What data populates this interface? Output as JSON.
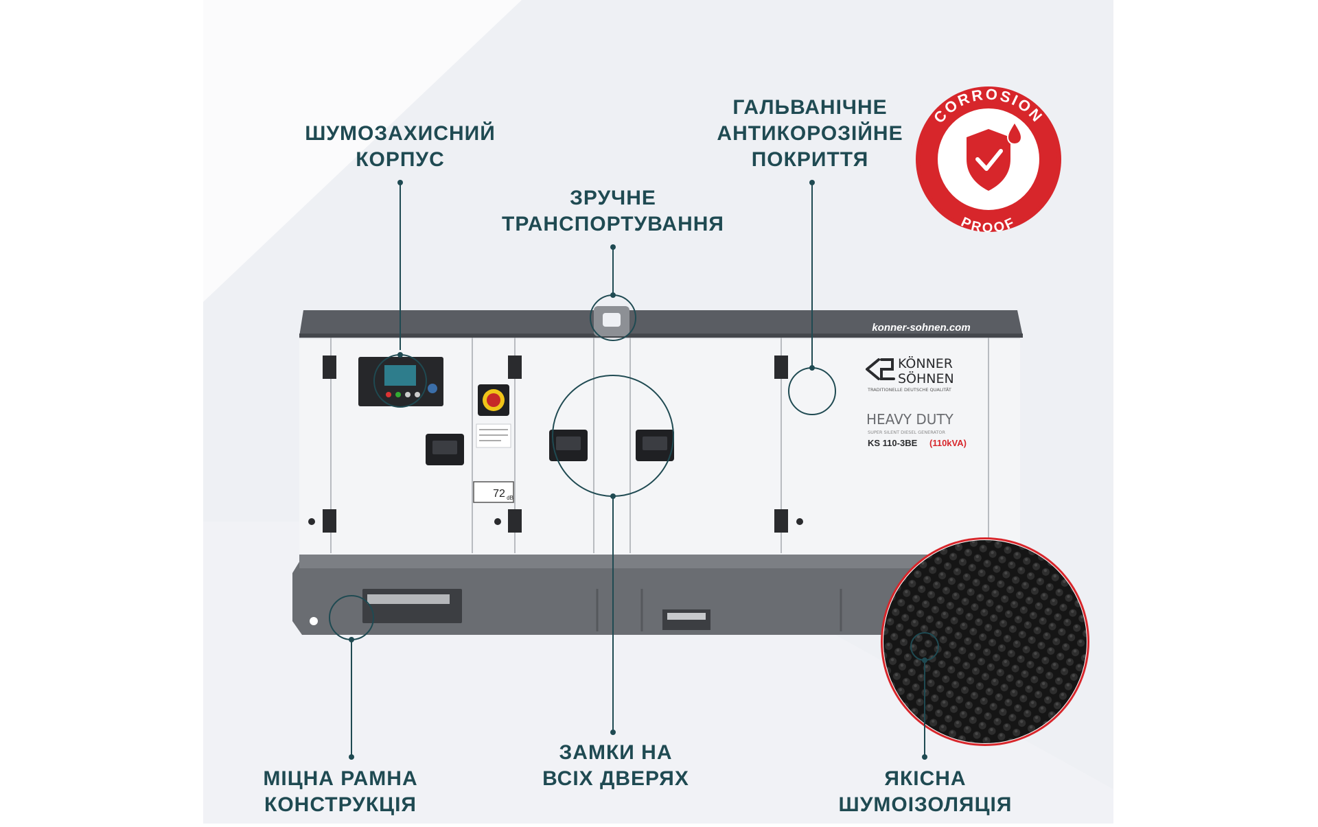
{
  "brand": {
    "website": "konner-sohnen.com",
    "name_line1": "KÖNNER",
    "name_line2": "SÖHNEN",
    "tagline": "TRADITIONELLE DEUTSCHE QUALITÄT",
    "logo_mark": "KS"
  },
  "product": {
    "series": "HEAVY DUTY",
    "subtitle": "SUPER SILENT DIESEL GENERATOR",
    "model": "KS 110-3BE",
    "power": "(110kVA)",
    "noise_badge_value": "72",
    "noise_badge_unit": "dB"
  },
  "badge": {
    "text_top": "CORROSION",
    "text_bottom": "PROOF",
    "icon": "shield-check-icon",
    "color": "#d7262b"
  },
  "callouts": {
    "housing": [
      "ШУМОЗАХИСНИЙ",
      "КОРПУС"
    ],
    "transport": [
      "ЗРУЧНЕ",
      "ТРАНСПОРТУВАННЯ"
    ],
    "coating": [
      "ГАЛЬВАНІЧНЕ",
      "АНТИКОРОЗІЙНЕ",
      "ПОКРИТТЯ"
    ],
    "frame": [
      "МІЦНА РАМНА",
      "КОНСТРУКЦІЯ"
    ],
    "locks": [
      "ЗАМКИ НА",
      "ВСІХ ДВЕРЯХ"
    ],
    "insulation": [
      "ЯКІСНА",
      "ШУМОІЗОЛЯЦІЯ"
    ]
  },
  "colors": {
    "accent": "#1f4a52",
    "background_panel": "#eef0f4",
    "housing": "#f4f5f7",
    "roof": "#5a5d63",
    "badge_red": "#d7262b"
  }
}
